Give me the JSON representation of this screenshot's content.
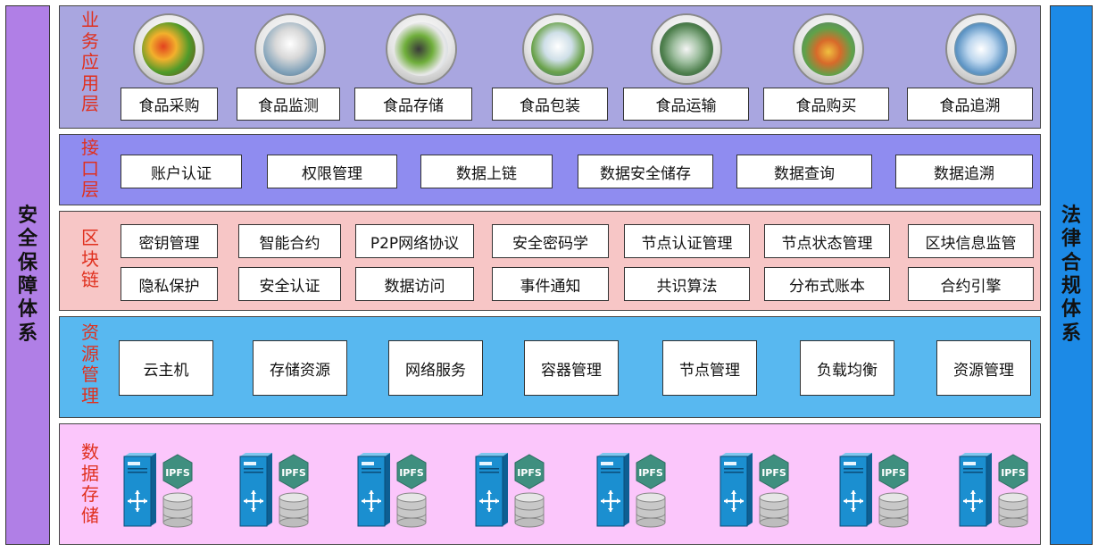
{
  "left_bar": "安全保障体系",
  "right_bar": "法律合规体系",
  "layers": {
    "app": {
      "title": "业务应用层",
      "items": [
        "食品采购",
        "食品监测",
        "食品存储",
        "食品包装",
        "食品运输",
        "食品购买",
        "食品追溯"
      ],
      "photo_icons": [
        "produce-photo",
        "lab-inspection-photo",
        "qr-phone-photo",
        "packing-workers-photo",
        "delivery-truck-photo",
        "market-shopping-photo",
        "scanner-trace-photo"
      ]
    },
    "api": {
      "title": "接口层",
      "items": [
        "账户认证",
        "权限管理",
        "数据上链",
        "数据安全储存",
        "数据查询",
        "数据追溯"
      ]
    },
    "chain": {
      "title": "区块链",
      "row1": [
        "密钥管理",
        "智能合约",
        "P2P网络协议",
        "安全密码学",
        "节点认证管理",
        "节点状态管理",
        "区块信息监管"
      ],
      "row2": [
        "隐私保护",
        "安全认证",
        "数据访问",
        "事件通知",
        "共识算法",
        "分布式账本",
        "合约引擎"
      ]
    },
    "res": {
      "title": "资源管理",
      "items": [
        "云主机",
        "存储资源",
        "网络服务",
        "容器管理",
        "节点管理",
        "负载均衡",
        "资源管理"
      ]
    },
    "store": {
      "title": "数据存储",
      "ipfs_label": "IPFS",
      "node_count": 8
    }
  },
  "colors": {
    "left_bar": "#b07fe6",
    "right_bar": "#1c8ae6",
    "app_layer": "#a9a6e0",
    "api_layer": "#8f8cf0",
    "chain_layer": "#f7c6c6",
    "res_layer": "#58b8f0",
    "store_layer": "#fbc6fb",
    "layer_title": "#e0301e",
    "ipfs_hex": "#3f8f7f"
  }
}
